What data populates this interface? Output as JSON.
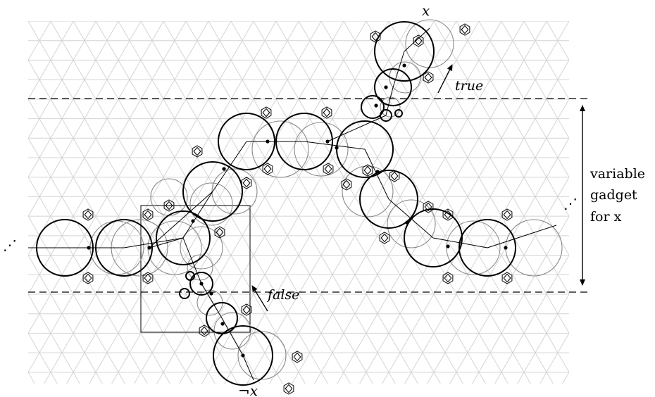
{
  "labels": {
    "top_var": "x",
    "bottom_var": "¬x",
    "true_label": "true",
    "false_label": "false",
    "gadget_line1": "variable",
    "gadget_line2": "gadget",
    "gadget_line3": "for x",
    "ellipsis_left": "⋰",
    "ellipsis_right": "⋰"
  },
  "colors": {
    "grid": "#d4d4d4",
    "circle_bold": "#000000",
    "circle_thin": "#888888",
    "background": "#ffffff"
  }
}
